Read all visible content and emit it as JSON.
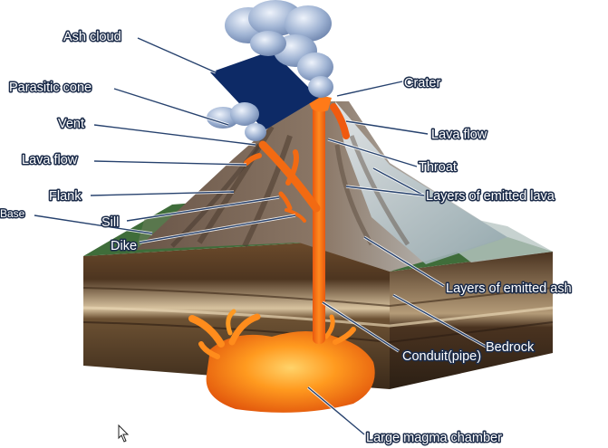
{
  "labels": {
    "ash_cloud": "Ash cloud",
    "parasitic_cone": "Parasitic cone",
    "vent": "Vent",
    "lava_flow_left": "Lava flow",
    "flank": "Flank",
    "base": "Base",
    "sill": "Sill",
    "dike": "Dike",
    "crater": "Crater",
    "lava_flow_right": "Lava flow",
    "throat": "Throat",
    "layers_lava": "Layers of emitted lava",
    "layers_ash": "Layers of emitted ash",
    "bedrock": "Bedrock",
    "conduit": "Conduit(pipe)",
    "magma_chamber": "Large magma chamber"
  },
  "colors": {
    "lava": "#f26a12",
    "lava_light": "#ffa23a",
    "earth": "#5a3c22",
    "rock": "#7a6553",
    "label_fill": "#ffffff",
    "label_stroke": "#1c2c4a",
    "panel": "#0d2a66"
  },
  "icons": {
    "cursor": "mouse-pointer-icon"
  }
}
